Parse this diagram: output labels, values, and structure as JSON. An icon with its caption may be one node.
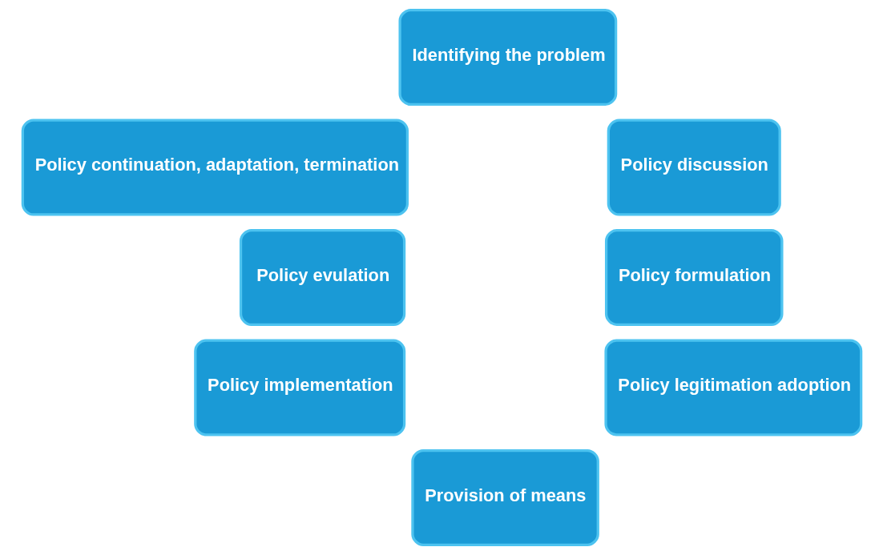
{
  "diagram": {
    "nodes": [
      {
        "text": [
          "Identifying the problem"
        ]
      },
      {
        "text": [
          "Policy discussion"
        ]
      },
      {
        "text": [
          "Policy formulation"
        ]
      },
      {
        "text": [
          "Policy legitimation adoption"
        ]
      },
      {
        "text": [
          "Provision of means"
        ]
      },
      {
        "text": [
          "Policy implementation"
        ]
      },
      {
        "text": [
          "Policy evulation"
        ]
      },
      {
        "text": [
          "Policy continuation, adaptation, termination"
        ]
      }
    ]
  }
}
